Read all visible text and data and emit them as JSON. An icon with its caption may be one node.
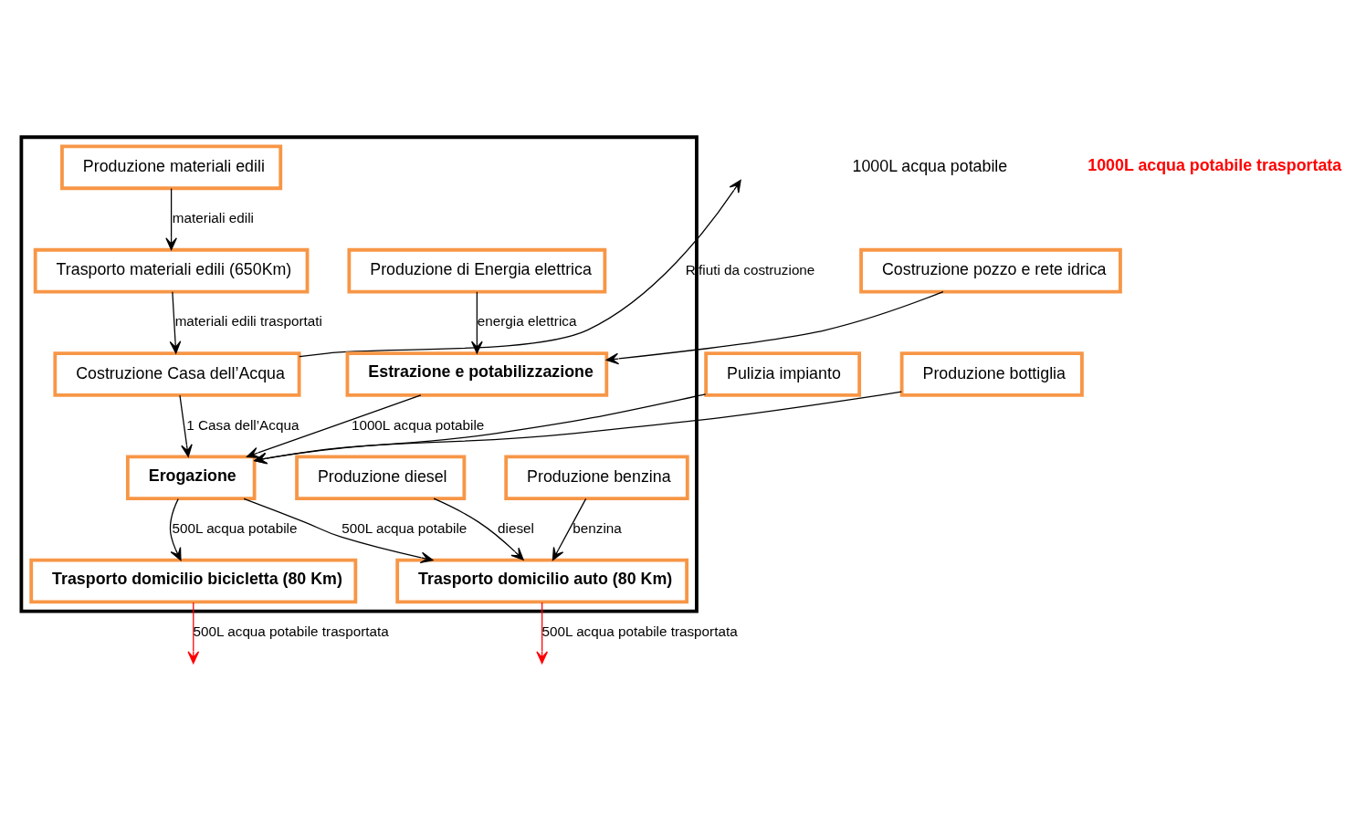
{
  "diagram": {
    "nodes": [
      {
        "text": [],
        "shape": "box"
      },
      {
        "text": [
          "Produzione materiali edili"
        ],
        "in": 0
      },
      {
        "text": [
          "Trasporto materiali edili (650Km)"
        ],
        "in": 0
      },
      {
        "text": [
          "Costruzione Casa dell’Acqua"
        ],
        "in": 0
      },
      {
        "text": [
          "Costruzione pozzo e rete idrica"
        ]
      },
      {
        "text": [
          "Estrazione e potabilizzazione"
        ],
        "in": 0
      },
      {
        "text": [
          "Erogazione"
        ],
        "in": 0
      },
      {
        "text": [
          "Pulizia impianto"
        ]
      },
      {
        "text": [
          "Produzione bottiglia"
        ]
      },
      {
        "text": [
          "Produzione di Energia elettrica"
        ],
        "in": 0
      },
      {
        "text": [
          "Trasporto domicilio bicicletta (80 Km)"
        ],
        "in": 0
      },
      {
        "text": [
          "Produzione diesel"
        ],
        "in": 0
      },
      {
        "text": [
          "Trasporto domicilio auto (80 Km)"
        ],
        "in": 0
      },
      {
        "text": [
          "Produzione benzina"
        ],
        "in": 0
      }
    ],
    "edges": [
      {
        "from": 1,
        "to": 2,
        "arrow": "to",
        "label": "materiali edili"
      },
      {
        "from": 2,
        "to": 3,
        "arrow": "to",
        "label": "materiali edili trasportati"
      },
      {
        "from": 3,
        "to": null,
        "arrow": "to",
        "label": "Rifiuti da costruzione"
      },
      {
        "from": 3,
        "to": 6,
        "arrow": "to",
        "label": "1 Casa dell’Acqua"
      },
      {
        "from": 4,
        "to": 5,
        "arrow": "to"
      },
      {
        "from": 7,
        "to": 6,
        "arrow": "to"
      },
      {
        "from": 8,
        "to": 6,
        "arrow": "to"
      },
      {
        "from": 5,
        "to": 6,
        "arrow": "to",
        "label": "1000L acqua potabile"
      },
      {
        "from": 9,
        "to": 5,
        "arrow": "to",
        "label": "energia elettrica"
      },
      {
        "from": 6,
        "to": 10,
        "arrow": "to",
        "label": "500L acqua potabile"
      },
      {
        "from": 6,
        "to": 12,
        "arrow": "to",
        "label": "500L acqua potabile"
      },
      {
        "from": 11,
        "to": 12,
        "arrow": "to",
        "label": "diesel"
      },
      {
        "from": 13,
        "to": 12,
        "arrow": "to",
        "label": "benzina"
      },
      {
        "from": 10,
        "to": null,
        "arrow": "to",
        "label": "500L acqua potabile trasportata",
        "color": "#ff0000"
      },
      {
        "from": 12,
        "to": null,
        "arrow": "to",
        "label": "500L acqua potabile trasportata",
        "color": "#ff0000"
      }
    ],
    "labels": [
      "1000L acqua potabile",
      "1000L acqua potabile trasportata"
    ]
  }
}
